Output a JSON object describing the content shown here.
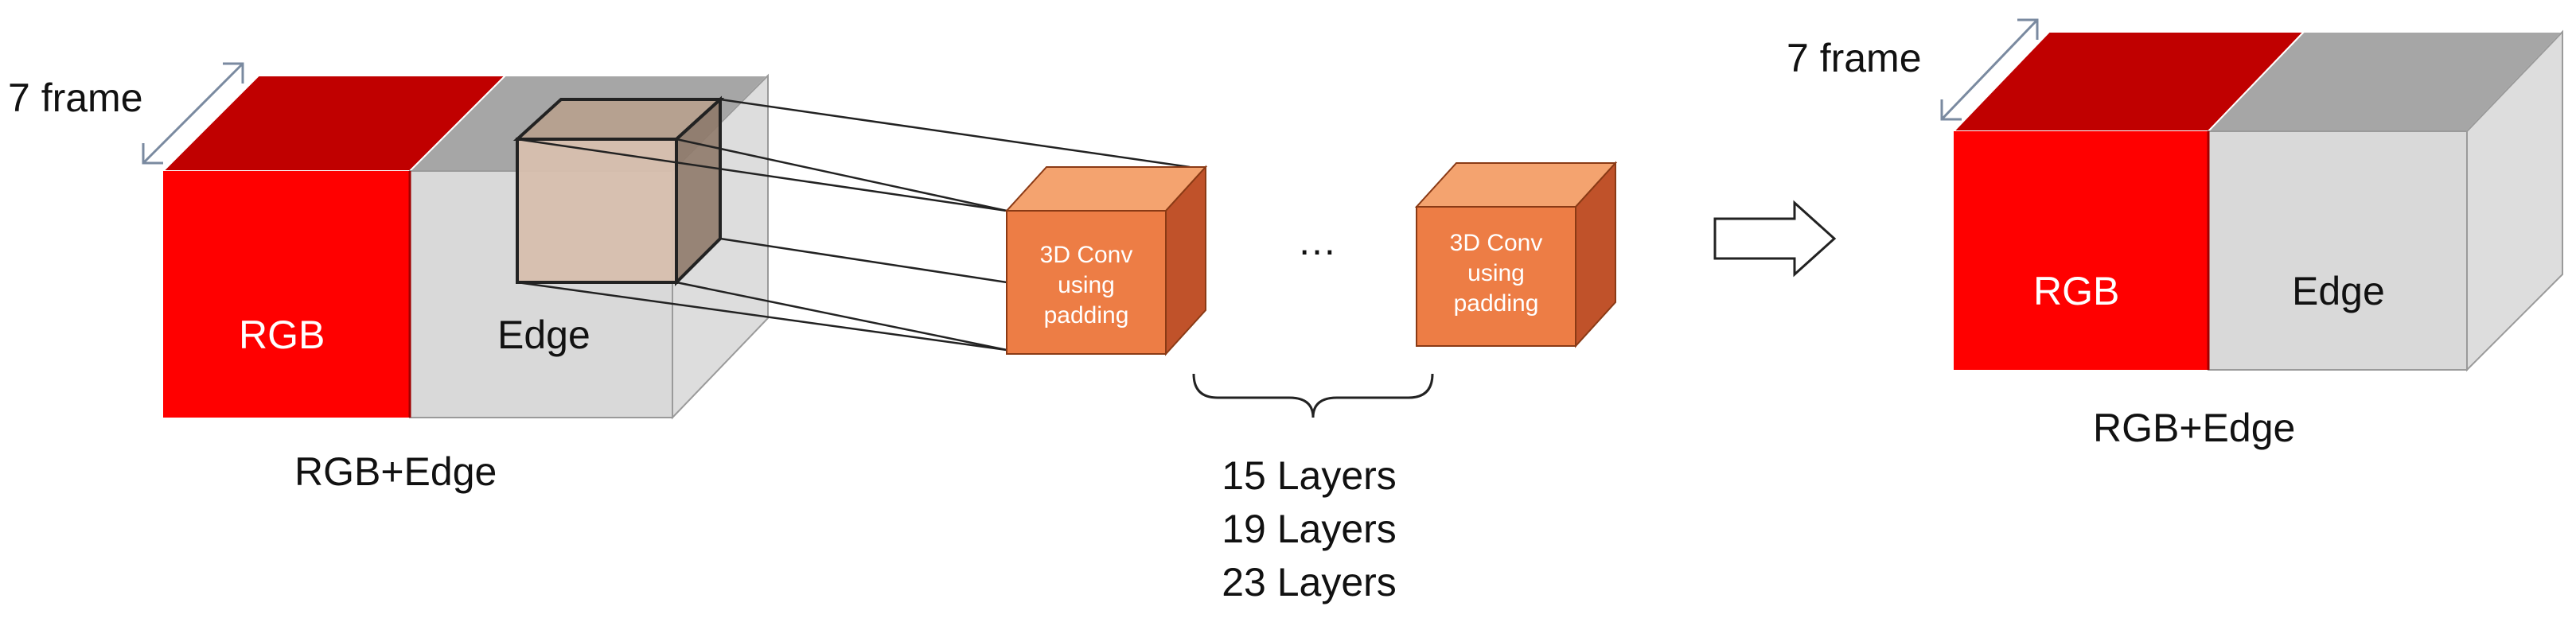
{
  "input_volume": {
    "frame_label": "7 frame",
    "rgb_label": "RGB",
    "edge_label": "Edge",
    "caption": "RGB+Edge",
    "colors": {
      "rgb": "#ff0000",
      "rgb_top": "#c00000",
      "edge": "#d9d9d9",
      "edge_top": "#a6a6a6"
    }
  },
  "conv_blocks": [
    {
      "line1": "3D Conv",
      "line2": "using",
      "line3": "padding"
    },
    {
      "line1": "3D Conv",
      "line2": "using",
      "line3": "padding"
    }
  ],
  "conv_colors": {
    "front": "#ed7d45",
    "top": "#f4a36f",
    "side": "#c0522a"
  },
  "ellipsis": "…",
  "layer_options": [
    "15 Layers",
    "19 Layers",
    "23 Layers"
  ],
  "output_volume": {
    "frame_label": "7 frame",
    "rgb_label": "RGB",
    "edge_label": "Edge",
    "caption": "RGB+Edge"
  }
}
